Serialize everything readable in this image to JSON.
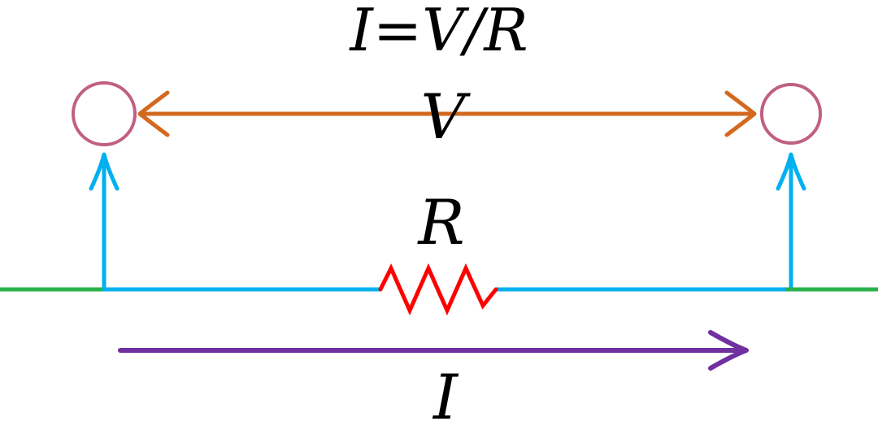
{
  "diagram": {
    "title": "I=V/R",
    "labels": {
      "voltage": "V",
      "resistance": "R",
      "current": "I"
    },
    "colors": {
      "voltage_arrow": "#d2691e",
      "terminal": "#c06080",
      "wire": "#00b0f0",
      "wire_end": "#2bb24c",
      "resistor": "#ff0000",
      "current_arrow": "#7030a0",
      "text": "#000000"
    }
  }
}
